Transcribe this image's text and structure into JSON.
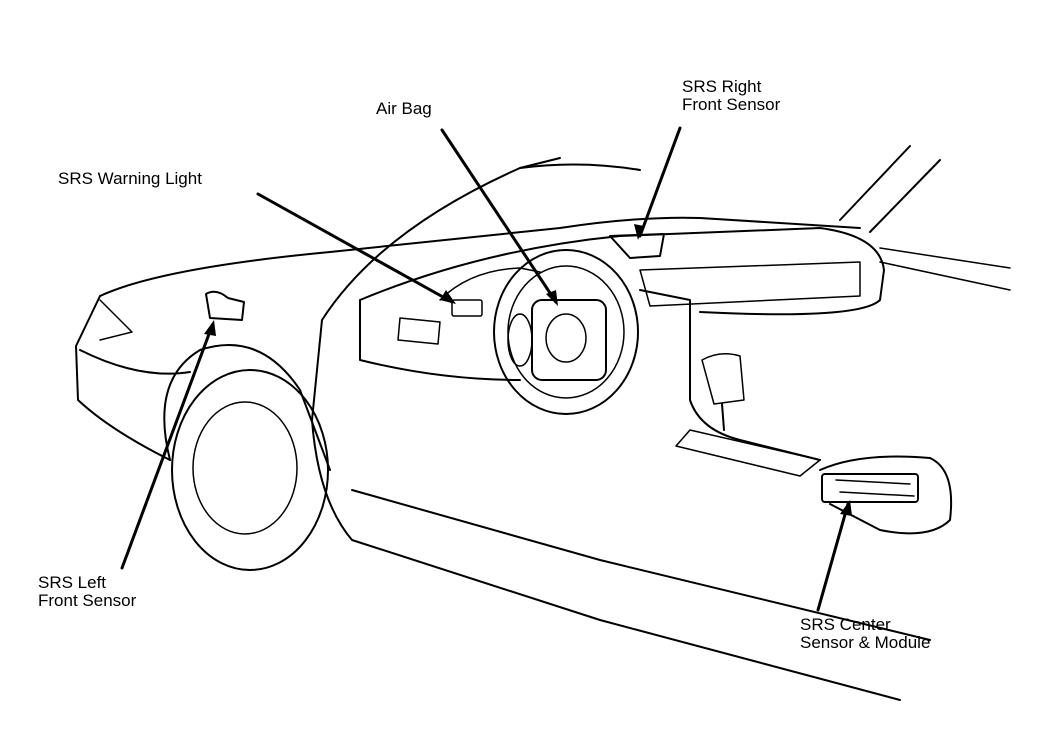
{
  "labels": {
    "srs_warning_light": "SRS Warning Light",
    "air_bag": "Air Bag",
    "srs_right_front_sensor": [
      "SRS Right",
      "Front Sensor"
    ],
    "srs_left_front_sensor": [
      "SRS Left",
      "Front Sensor"
    ],
    "srs_center_sensor_module": [
      "SRS Center",
      "Sensor & Module"
    ]
  }
}
